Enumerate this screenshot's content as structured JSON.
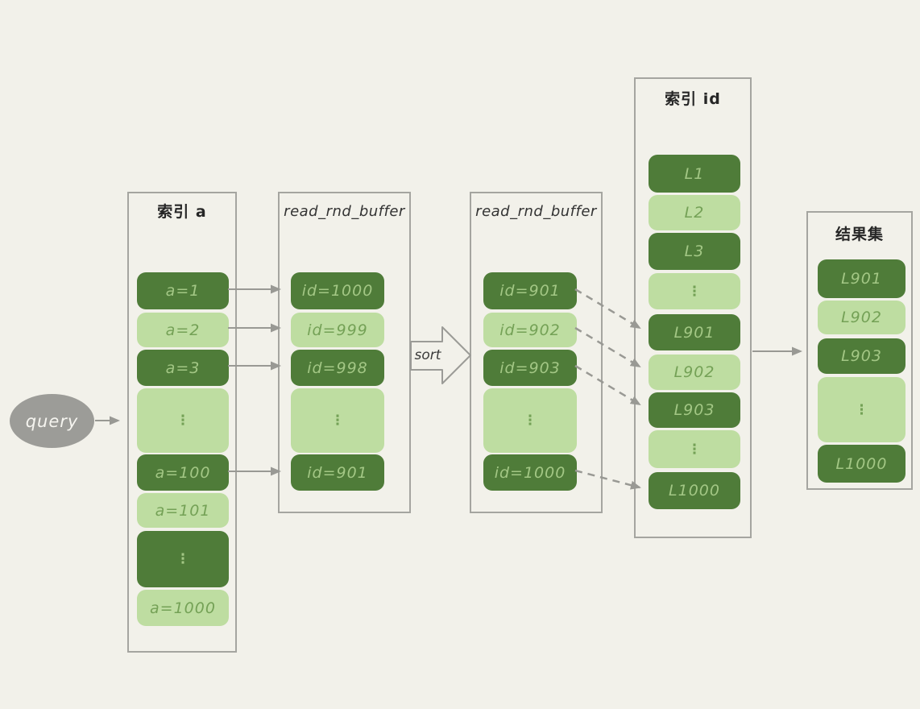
{
  "diagram": {
    "query": {
      "label": "query"
    },
    "sort": {
      "label": "sort"
    },
    "columns": {
      "index_a": {
        "title": "索引 a",
        "boxes": [
          {
            "label": "a=1",
            "shade": "dark"
          },
          {
            "label": "a=2",
            "shade": "light"
          },
          {
            "label": "a=3",
            "shade": "dark"
          },
          {
            "label": "⋮",
            "shade": "light"
          },
          {
            "label": "a=100",
            "shade": "dark"
          },
          {
            "label": "a=101",
            "shade": "light"
          },
          {
            "label": "⋮",
            "shade": "dark"
          },
          {
            "label": "a=1000",
            "shade": "light"
          }
        ]
      },
      "buffer_unsorted": {
        "title": "read_rnd_buffer",
        "boxes": [
          {
            "label": "id=1000",
            "shade": "dark"
          },
          {
            "label": "id=999",
            "shade": "light"
          },
          {
            "label": "id=998",
            "shade": "dark"
          },
          {
            "label": "⋮",
            "shade": "light"
          },
          {
            "label": "id=901",
            "shade": "dark"
          }
        ]
      },
      "buffer_sorted": {
        "title": "read_rnd_buffer",
        "boxes": [
          {
            "label": "id=901",
            "shade": "dark"
          },
          {
            "label": "id=902",
            "shade": "light"
          },
          {
            "label": "id=903",
            "shade": "dark"
          },
          {
            "label": "⋮",
            "shade": "light"
          },
          {
            "label": "id=1000",
            "shade": "dark"
          }
        ]
      },
      "index_id": {
        "title": "索引 id",
        "boxes": [
          {
            "label": "L1",
            "shade": "dark"
          },
          {
            "label": "L2",
            "shade": "light"
          },
          {
            "label": "L3",
            "shade": "dark"
          },
          {
            "label": "⋮",
            "shade": "light"
          },
          {
            "label": "L901",
            "shade": "dark"
          },
          {
            "label": "L902",
            "shade": "light"
          },
          {
            "label": "L903",
            "shade": "dark"
          },
          {
            "label": "⋮",
            "shade": "light"
          },
          {
            "label": "L1000",
            "shade": "dark"
          }
        ]
      },
      "result_set": {
        "title": "结果集",
        "boxes": [
          {
            "label": "L901",
            "shade": "dark"
          },
          {
            "label": "L902",
            "shade": "light"
          },
          {
            "label": "L903",
            "shade": "dark"
          },
          {
            "label": "⋮",
            "shade": "light"
          },
          {
            "label": "L1000",
            "shade": "dark"
          }
        ]
      }
    },
    "connections": [
      {
        "from": "query",
        "to": "索引 a",
        "style": "solid"
      },
      {
        "from": "a=1",
        "to": "id=1000",
        "style": "solid"
      },
      {
        "from": "a=2",
        "to": "id=999",
        "style": "solid"
      },
      {
        "from": "a=3",
        "to": "id=998",
        "style": "solid"
      },
      {
        "from": "a=100",
        "to": "id=901",
        "style": "solid"
      },
      {
        "from": "read_rnd_buffer",
        "to": "read_rnd_buffer",
        "style": "block-arrow",
        "label": "sort"
      },
      {
        "from": "id=901",
        "to": "L901",
        "style": "dashed"
      },
      {
        "from": "id=902",
        "to": "L902",
        "style": "dashed"
      },
      {
        "from": "id=903",
        "to": "L903",
        "style": "dashed"
      },
      {
        "from": "id=1000",
        "to": "L1000",
        "style": "dashed"
      },
      {
        "from": "索引 id",
        "to": "结果集",
        "style": "solid"
      }
    ],
    "palette": {
      "background": "#f2f1ea",
      "dark_green_box": "#4f7c39",
      "light_green_box": "#bedda1",
      "dark_box_text": "#a3c785",
      "light_box_text": "#74a156",
      "connector_gray": "#999994",
      "panel_border": "#a5a5a0",
      "query_fill": "#9c9c98",
      "title_color": "#262626"
    }
  }
}
